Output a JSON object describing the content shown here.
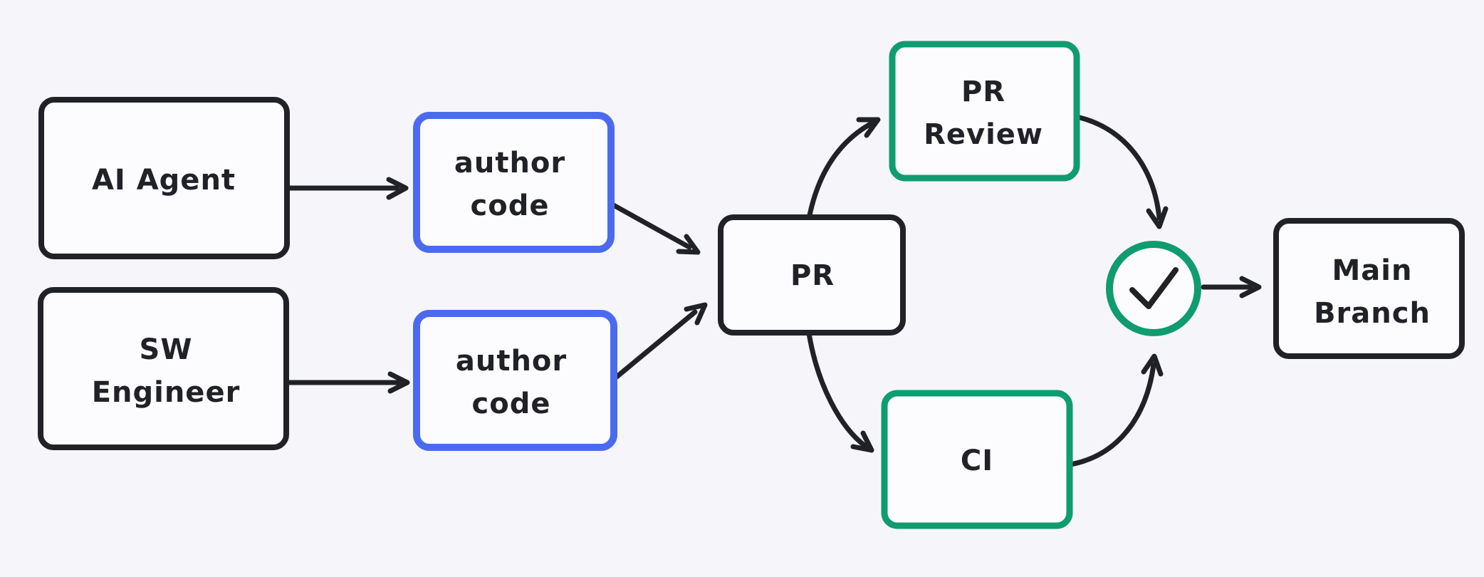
{
  "diagram": {
    "type": "flowchart",
    "description": "Code contribution workflow from authors through PR, review and CI checks into the main branch",
    "colors": {
      "background": "#f6f6fa",
      "box_fill": "#fcfcfe",
      "black": "#212128",
      "blue": "#4a6bf0",
      "green": "#0f9c6e"
    },
    "nodes": {
      "ai_agent": {
        "label": "AI Agent",
        "border_color": "#212128"
      },
      "sw_engineer": {
        "line1": "SW",
        "line2": "Engineer",
        "border_color": "#212128"
      },
      "author_code_top": {
        "line1": "author",
        "line2": "code",
        "border_color": "#4a6bf0"
      },
      "author_code_bottom": {
        "line1": "author",
        "line2": "code",
        "border_color": "#4a6bf0"
      },
      "pr": {
        "label": "PR",
        "border_color": "#212128"
      },
      "pr_review": {
        "line1": "PR",
        "line2": "Review",
        "border_color": "#0f9c6e"
      },
      "ci": {
        "label": "CI",
        "border_color": "#0f9c6e"
      },
      "checks_passed": {
        "icon": "check-icon",
        "symbol": "✓",
        "shape": "circle",
        "border_color": "#0f9c6e"
      },
      "main_branch": {
        "line1": "Main",
        "line2": "Branch",
        "border_color": "#212128"
      }
    },
    "edges": [
      {
        "from": "ai_agent",
        "to": "author_code_top"
      },
      {
        "from": "sw_engineer",
        "to": "author_code_bottom"
      },
      {
        "from": "author_code_top",
        "to": "pr"
      },
      {
        "from": "author_code_bottom",
        "to": "pr"
      },
      {
        "from": "pr",
        "to": "pr_review"
      },
      {
        "from": "pr",
        "to": "ci"
      },
      {
        "from": "pr_review",
        "to": "checks_passed"
      },
      {
        "from": "ci",
        "to": "checks_passed"
      },
      {
        "from": "checks_passed",
        "to": "main_branch"
      }
    ]
  }
}
